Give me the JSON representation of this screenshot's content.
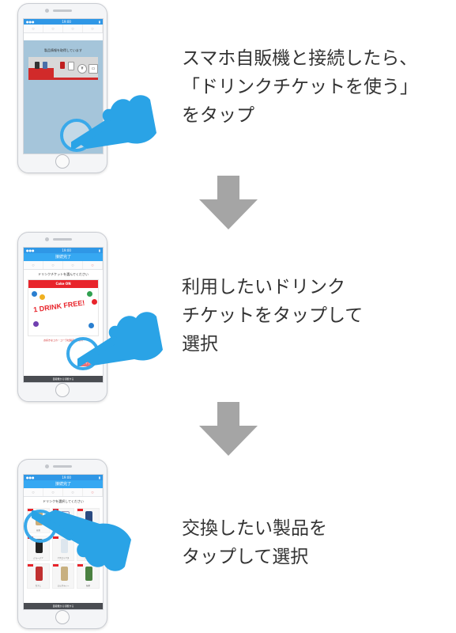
{
  "steps": [
    {
      "caption": "スマホ自販機と接続したら、\n「ドリンクチケットを使う」\nをタップ",
      "screen": {
        "title": "製品情報を取得しています",
        "coin": "¥"
      }
    },
    {
      "caption": "利用したいドリンク\nチケットをタップして\n選択",
      "screen": {
        "nav_title": "接続完了",
        "heading": "ドリンクチケットを選んでください",
        "brand": "Coke ON",
        "ticket_text": "1 DRINK FREE!",
        "info": "お好きなコカ・コーラ社製品1本無料",
        "button": "このチケットを使う",
        "footer": "自販機から切断する"
      }
    },
    {
      "caption": "交換したい製品を\nタップして選択",
      "screen": {
        "nav_title": "接続完了",
        "heading": "ドリンクを選択してください",
        "footer": "自販機から切断する",
        "products": [
          "綾鷹",
          "いろはす",
          "コーヒー",
          "ジョージア",
          "アクエリアス",
          "ブラック",
          "カフェ",
          "ミルクティー",
          "緑茶"
        ]
      }
    }
  ],
  "colors": {
    "accent_blue": "#36a8f2",
    "hand_blue": "#2aa3e6",
    "arrow_gray": "#a5a5a5",
    "coke_red": "#e8242b"
  }
}
